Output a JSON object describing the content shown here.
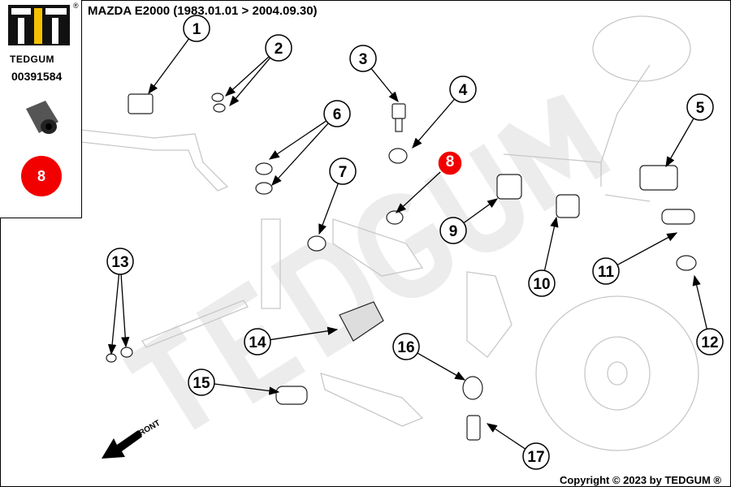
{
  "header": {
    "title": "MAZDA E2000  (1983.01.01 > 2004.09.30)"
  },
  "sidebar": {
    "brand": "TEDGUM",
    "registered": "®",
    "part_number": "00391584",
    "highlight_number": "8"
  },
  "watermark": "TEDGUM",
  "front_label": "FRONT",
  "callouts": [
    "1",
    "2",
    "3",
    "4",
    "5",
    "6",
    "7",
    "8",
    "9",
    "10",
    "11",
    "12",
    "13",
    "14",
    "15",
    "16",
    "17"
  ],
  "highlight_color": "#f20000",
  "footer": {
    "copyright": "Copyright © 2023 by TEDGUM ®"
  }
}
